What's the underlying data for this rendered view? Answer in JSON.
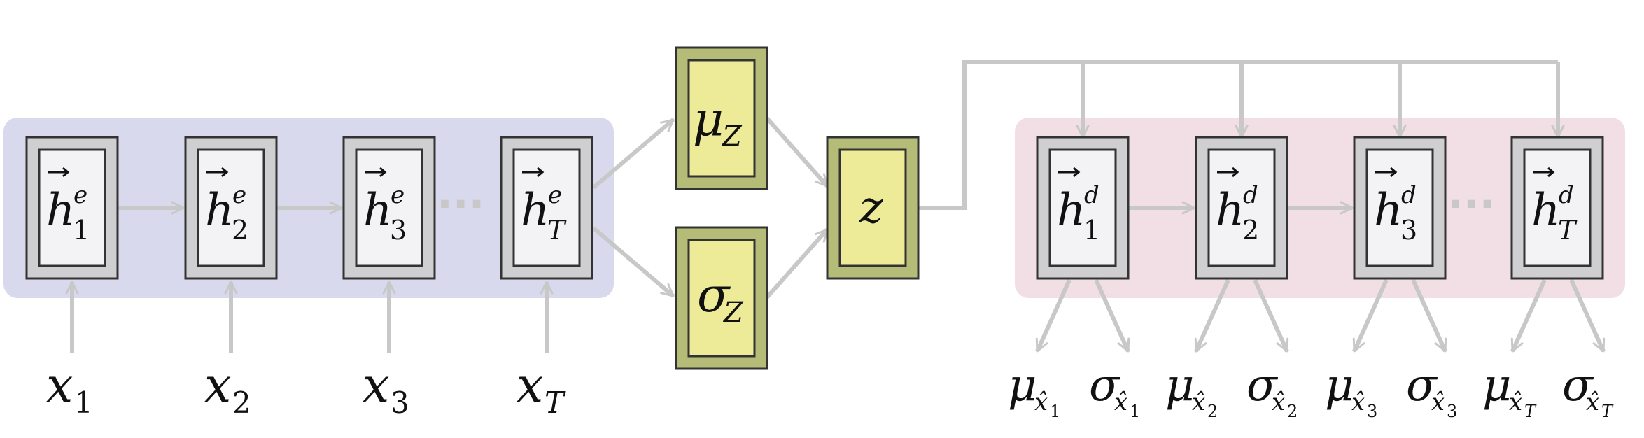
{
  "colors": {
    "encoder_panel": "#d9d9ed",
    "decoder_panel": "#f1dfe5",
    "cell_outer": "#cfcfd1",
    "cell_inner": "#f3f3f5",
    "latent_outer": "#b5bc78",
    "latent_inner": "#eeeb98",
    "arrow": "#c8c8c8",
    "stroke": "#333333"
  },
  "encoder": {
    "cells": [
      {
        "base": "h",
        "sup": "e",
        "sub": "1"
      },
      {
        "base": "h",
        "sup": "e",
        "sub": "2"
      },
      {
        "base": "h",
        "sup": "e",
        "sub": "3"
      },
      {
        "base": "h",
        "sup": "e",
        "sub": "T"
      }
    ],
    "inputs": [
      {
        "base": "x",
        "sub": "1"
      },
      {
        "base": "x",
        "sub": "2"
      },
      {
        "base": "x",
        "sub": "3"
      },
      {
        "base": "x",
        "sub": "T"
      }
    ],
    "ellipsis": "···"
  },
  "latent": {
    "mu": {
      "base": "μ",
      "sub": "Z"
    },
    "sigma": {
      "base": "σ",
      "sub": "Z"
    },
    "z": {
      "base": "z"
    }
  },
  "decoder": {
    "cells": [
      {
        "base": "h",
        "sup": "d",
        "sub": "1"
      },
      {
        "base": "h",
        "sup": "d",
        "sub": "2"
      },
      {
        "base": "h",
        "sup": "d",
        "sub": "3"
      },
      {
        "base": "h",
        "sup": "d",
        "sub": "T"
      }
    ],
    "outputs": [
      {
        "mu": "μ",
        "sigma": "σ",
        "var": "x̂",
        "sub": "1"
      },
      {
        "mu": "μ",
        "sigma": "σ",
        "var": "x̂",
        "sub": "2"
      },
      {
        "mu": "μ",
        "sigma": "σ",
        "var": "x̂",
        "sub": "3"
      },
      {
        "mu": "μ",
        "sigma": "σ",
        "var": "x̂",
        "sub": "T"
      }
    ],
    "ellipsis": "···"
  }
}
